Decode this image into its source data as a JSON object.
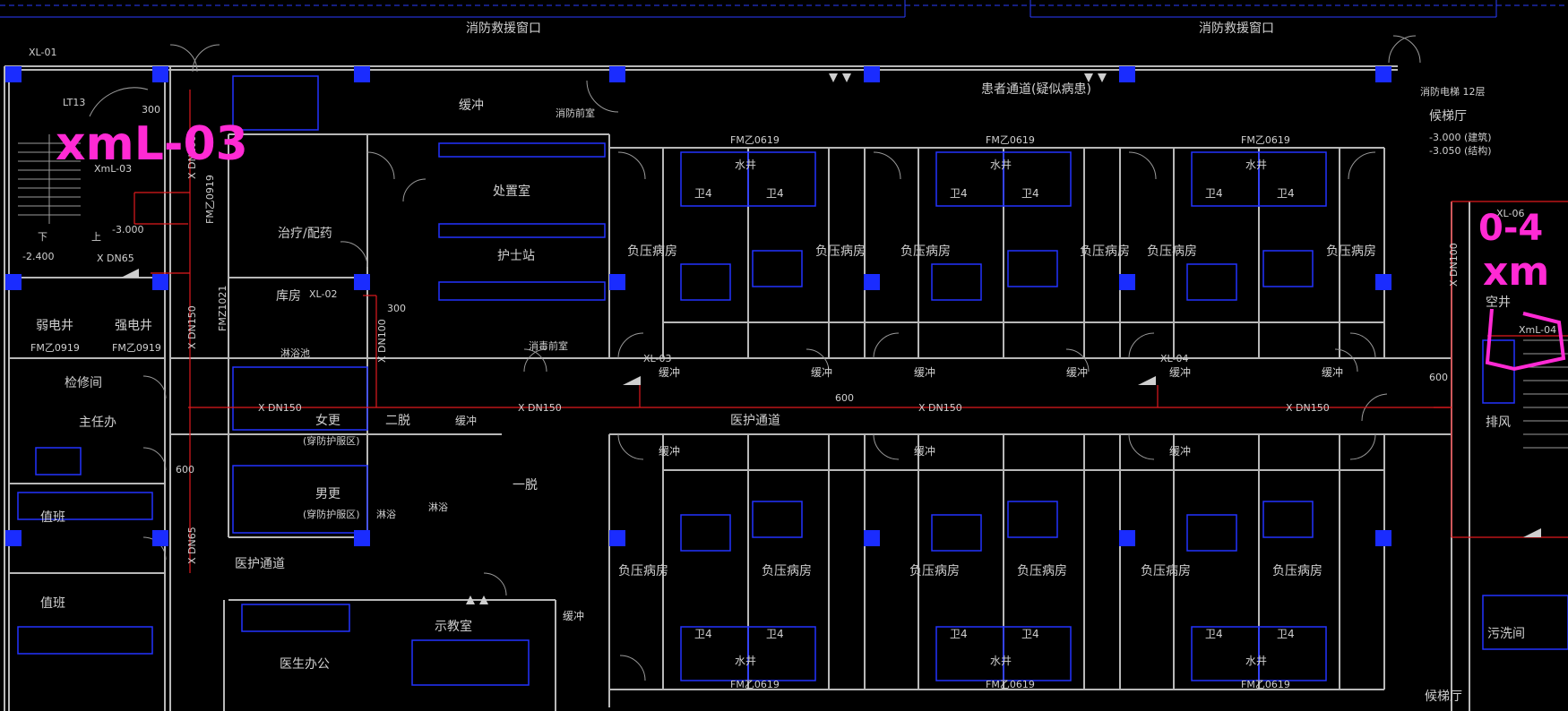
{
  "colors": {
    "background": "#000000",
    "wall": "#b8b8b8",
    "fixture": "#2233ff",
    "column": "#1a2cff",
    "pipe": "#e0191e",
    "annotation": "#ff2ad4",
    "text": "#cfcfcf",
    "dim": "#7f7f7f"
  },
  "annotations": {
    "left_handwriting": "xmL-03",
    "right_handwriting_line1": "0-4",
    "right_handwriting_line2": "xm"
  },
  "top_labels": {
    "rescue_window_left": "消防救援窗口",
    "rescue_window_right": "消防救援窗口",
    "patient_corridor": "患者通道(疑似病患)",
    "buffer_top": "缓冲",
    "fire_door_top": "消防前室",
    "elev_note": "消防电梯 12层",
    "waiting_top": "候梯厅",
    "elev_level1": "-3.000 (建筑)",
    "elev_level2": "-3.050 (结构)"
  },
  "rooms": {
    "disposal": "处置室",
    "nurse_station": "护士站",
    "treatment": "治疗/配药",
    "storage": "库房",
    "shower_sink": "淋浴池",
    "female_change": "女更",
    "female_change_sub": "(穿防护服区)",
    "male_change": "男更",
    "male_change_sub": "(穿防护服区)",
    "second_change": "二脱",
    "first_change": "一脱",
    "shower1": "淋浴",
    "shower2": "淋浴",
    "medical_corridor": "医护通道",
    "doctor_corridor": "医护通道",
    "doctor_office": "医生办公",
    "demo_room": "示教室",
    "director_office": "主任办",
    "duty1": "值班",
    "duty2": "值班",
    "maintenance": "检修间",
    "weak_elec": "弱电井",
    "strong_elec": "强电井",
    "air_shaft": "空井",
    "exhaust": "排风",
    "dirty_wash": "污洗间",
    "waiting_bottom": "候梯厅",
    "disinfect": "消毒前室",
    "patient_room": "负压病房",
    "toilet": "卫4",
    "water_well": "水井",
    "buffer": "缓冲"
  },
  "pipe_labels": {
    "xl01": "XL-01",
    "xl02": "XL-02",
    "xl03": "XL-03",
    "xl04": "XL-04",
    "xl06": "XL-06",
    "xml03": "XmL-03",
    "xml04": "XmL-04",
    "dn150_a": "X DN150",
    "dn150_b": "X DN150",
    "dn150_c": "X DN150",
    "dn150_d": "X DN150",
    "dn150_v": "X DN150",
    "dn100_a": "X DN100",
    "dn100_b": "X DN100",
    "dn100_c": "X DN100",
    "dn65_a": "X DN65",
    "dn65_b": "X DN65",
    "dim300_a": "300",
    "dim300_b": "300",
    "dim600_a": "600",
    "dim600_b": "600",
    "dim600_c": "600",
    "level_240": "-2.400",
    "level_300": "-3.000",
    "stair_down": "下",
    "stair_up": "上",
    "lt13": "LT13",
    "door_fm": "FM乙0919",
    "door_fm_a": "FM乙0919",
    "door_fm_b": "FM乙0919",
    "door_fmz": "FMZ1021",
    "door_fm_top": "FM乙0619",
    "door_fm_bot": "FM乙0619"
  }
}
